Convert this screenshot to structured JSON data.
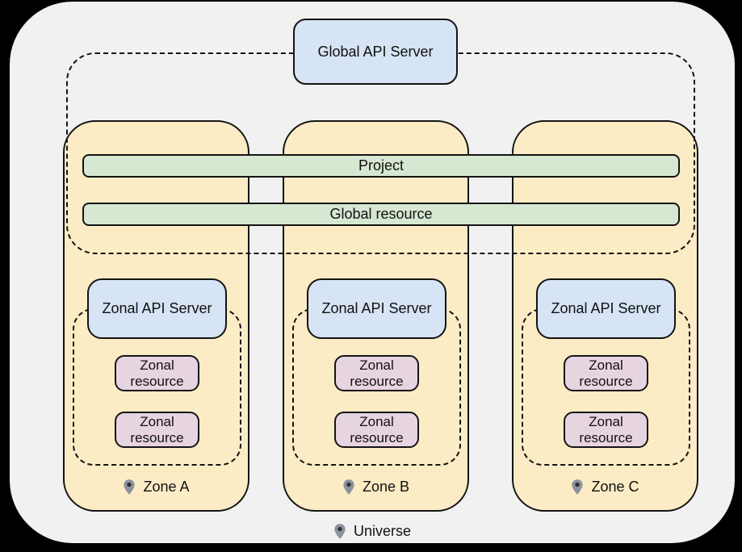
{
  "diagram": {
    "global_api_server_label": "Global API Server",
    "project_label": "Project",
    "global_resource_label": "Global resource",
    "universe": {
      "label": "Universe",
      "icon": "location-pin-icon"
    },
    "zones": [
      {
        "name": "Zone A",
        "icon": "location-pin-icon",
        "api_server_label": "Zonal API Server",
        "resources": [
          "Zonal resource",
          "Zonal resource"
        ]
      },
      {
        "name": "Zone B",
        "icon": "location-pin-icon",
        "api_server_label": "Zonal API Server",
        "resources": [
          "Zonal resource",
          "Zonal resource"
        ]
      },
      {
        "name": "Zone C",
        "icon": "location-pin-icon",
        "api_server_label": "Zonal API Server",
        "resources": [
          "Zonal resource",
          "Zonal resource"
        ]
      }
    ],
    "colors": {
      "background": "#000000",
      "universe_fill": "#f1f1f1",
      "zone_fill": "#fcecc5",
      "api_server_fill": "#d6e4f5",
      "resource_fill": "#e7d4e1",
      "shared_bar_fill": "#d7e8d2",
      "stroke": "#141414",
      "pin_fill": "#8d939c",
      "pin_dot": "#2f3033"
    }
  }
}
